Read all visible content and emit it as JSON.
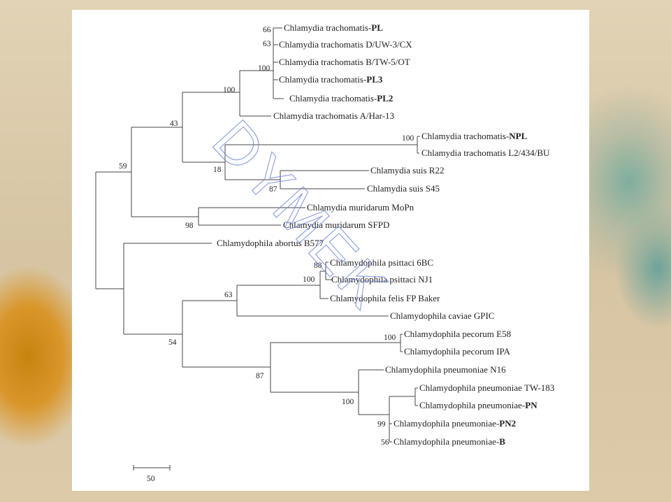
{
  "watermark": "DYMEK",
  "scale_bar_label": "50",
  "leaves": [
    {
      "prefix": "Chlamydia trachomatis-",
      "bold": "PL"
    },
    {
      "prefix": "Chlamydia trachomatis D/UW-3/CX",
      "bold": ""
    },
    {
      "prefix": "Chlamydia trachomatis B/TW-5/OT",
      "bold": ""
    },
    {
      "prefix": "Chlamydia trachomatis-",
      "bold": "PL3"
    },
    {
      "prefix": "Chlamydia trachomatis-",
      "bold": "PL2"
    },
    {
      "prefix": "Chlamydia trachomatis A/Har-13",
      "bold": ""
    },
    {
      "prefix": "Chlamydia trachomatis-",
      "bold": "NPL"
    },
    {
      "prefix": "Chlamydia trachomatis L2/434/BU",
      "bold": ""
    },
    {
      "prefix": "Chlamydia suis R22",
      "bold": ""
    },
    {
      "prefix": "Chlamydia suis S45",
      "bold": ""
    },
    {
      "prefix": "Chlamydia muridarum MoPn",
      "bold": ""
    },
    {
      "prefix": "Chlamydia muridarum SFPD",
      "bold": ""
    },
    {
      "prefix": "Chlamydophila abortus B577",
      "bold": ""
    },
    {
      "prefix": "Chlamydophila psittaci 6BC",
      "bold": ""
    },
    {
      "prefix": "Chlamydophila psittaci NJ1",
      "bold": ""
    },
    {
      "prefix": "Chlamydophila felis FP Baker",
      "bold": ""
    },
    {
      "prefix": "Chlamydophila caviae GPIC",
      "bold": ""
    },
    {
      "prefix": "Chlamydophila pecorum E58",
      "bold": ""
    },
    {
      "prefix": "Chlamydophila pecorum IPA",
      "bold": ""
    },
    {
      "prefix": "Chlamydophila pneumoniae N16",
      "bold": ""
    },
    {
      "prefix": "Chlamydophila pneumoniae TW-183",
      "bold": ""
    },
    {
      "prefix": "Chlamydophila pneumoniae-",
      "bold": "PN"
    },
    {
      "prefix": "Chlamydophila pneumoniae-",
      "bold": "PN2"
    },
    {
      "prefix": "Chlamydophila  pneumoniae-",
      "bold": "B"
    }
  ],
  "bootstrap": [
    "66",
    "63",
    "100",
    "100",
    "43",
    "100",
    "18",
    "87",
    "98",
    "59",
    "88",
    "100",
    "63",
    "100",
    "54",
    "87",
    "100",
    "99",
    "56"
  ]
}
